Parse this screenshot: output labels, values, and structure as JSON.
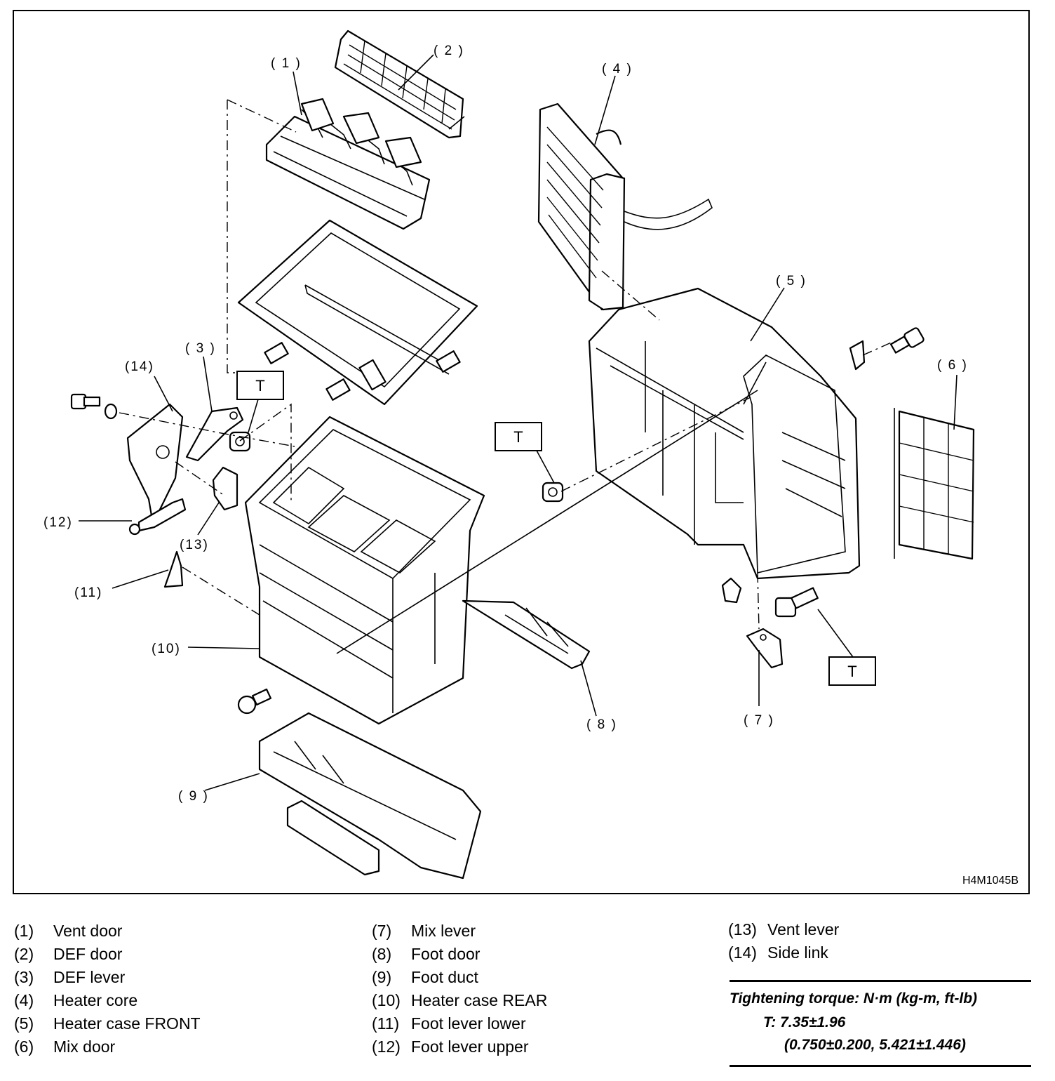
{
  "diagram": {
    "drawing_id": "H4M1045B",
    "torque_marker": "T",
    "callouts": [
      {
        "id": "c1",
        "label": "( 1 )"
      },
      {
        "id": "c2",
        "label": "( 2 )"
      },
      {
        "id": "c3",
        "label": "( 3 )"
      },
      {
        "id": "c4",
        "label": "( 4 )"
      },
      {
        "id": "c5",
        "label": "( 5 )"
      },
      {
        "id": "c6",
        "label": "( 6 )"
      },
      {
        "id": "c7",
        "label": "( 7 )"
      },
      {
        "id": "c8",
        "label": "( 8 )"
      },
      {
        "id": "c9",
        "label": "( 9 )"
      },
      {
        "id": "c10",
        "label": "(10)"
      },
      {
        "id": "c11",
        "label": "(11)"
      },
      {
        "id": "c12",
        "label": "(12)"
      },
      {
        "id": "c13",
        "label": "(13)"
      },
      {
        "id": "c14",
        "label": "(14)"
      }
    ]
  },
  "legend": {
    "columns": [
      [
        {
          "num": "(1)",
          "text": "Vent door"
        },
        {
          "num": "(2)",
          "text": "DEF door"
        },
        {
          "num": "(3)",
          "text": "DEF lever"
        },
        {
          "num": "(4)",
          "text": "Heater core"
        },
        {
          "num": "(5)",
          "text": "Heater case FRONT"
        },
        {
          "num": "(6)",
          "text": "Mix door"
        }
      ],
      [
        {
          "num": "(7)",
          "text": "Mix lever"
        },
        {
          "num": "(8)",
          "text": "Foot door"
        },
        {
          "num": "(9)",
          "text": "Foot duct"
        },
        {
          "num": "(10)",
          "text": "Heater case REAR"
        },
        {
          "num": "(11)",
          "text": "Foot lever lower"
        },
        {
          "num": "(12)",
          "text": "Foot lever upper"
        }
      ],
      [
        {
          "num": "(13)",
          "text": "Vent lever"
        },
        {
          "num": "(14)",
          "text": "Side link"
        }
      ]
    ]
  },
  "torque": {
    "heading": "Tightening torque: N·m (kg-m, ft-lb)",
    "value_line": "T: 7.35±1.96",
    "conversion_line": "(0.750±0.200, 5.421±1.446)"
  }
}
